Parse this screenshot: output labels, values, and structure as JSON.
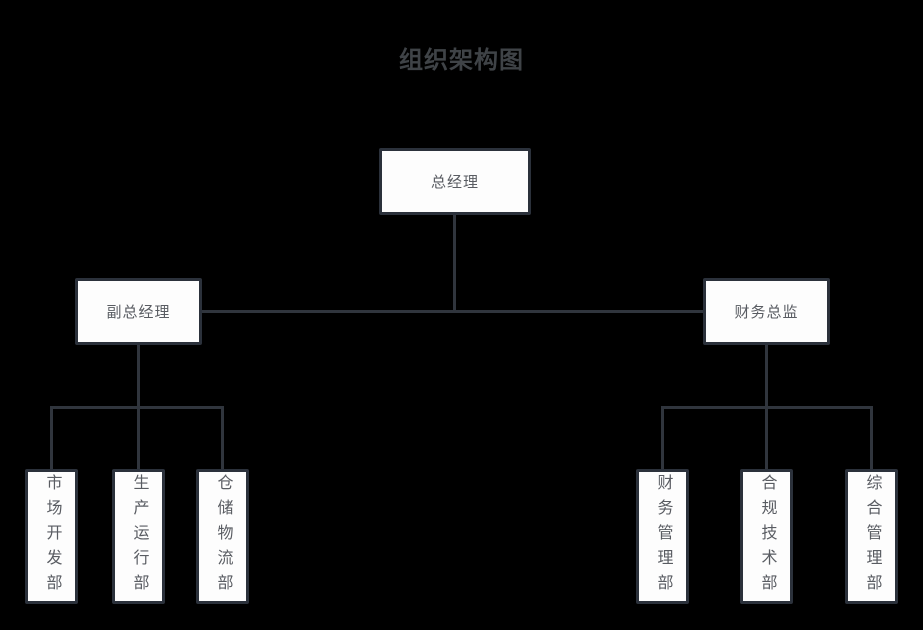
{
  "title": "组织架构图",
  "colors": {
    "background": "#000000",
    "node_fill": "#fdfdfd",
    "node_border": "#2b313b",
    "connector": "#30353d",
    "title_text": "#3f4347",
    "node_text": "#595c62"
  },
  "org": {
    "type": "org-chart",
    "root": {
      "label": "总经理"
    },
    "branches": [
      {
        "manager": {
          "label": "副总经理"
        },
        "departments": [
          {
            "label": "市场开发部"
          },
          {
            "label": "生产运行部"
          },
          {
            "label": "仓储物流部"
          }
        ]
      },
      {
        "manager": {
          "label": "财务总监"
        },
        "departments": [
          {
            "label": "财务管理部"
          },
          {
            "label": "合规技术部"
          },
          {
            "label": "综合管理部"
          }
        ]
      }
    ]
  }
}
